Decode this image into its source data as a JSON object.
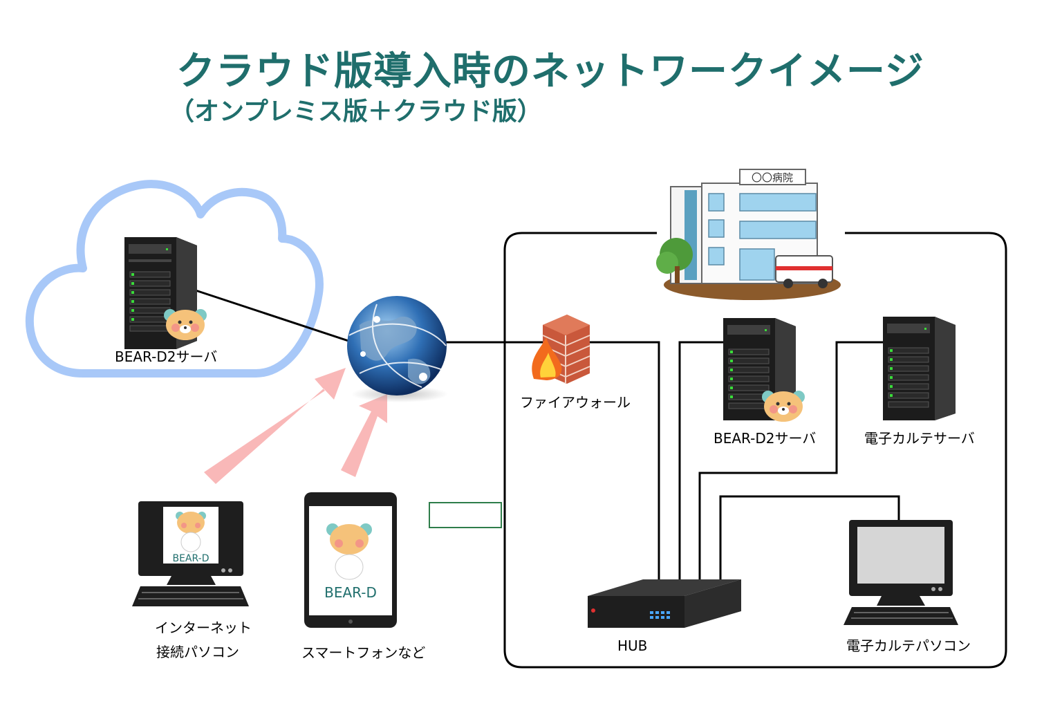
{
  "title": "クラウド版導入時のネットワークイメージ",
  "subtitle": "（オンプレミス版＋クラウド版）",
  "hospital_sign": "〇〇病院",
  "labels": {
    "cloud_server": "BEAR-D2サーバ",
    "firewall": "ファイアウォール",
    "onprem_server": "BEAR-D2サーバ",
    "emr_server": "電子カルテサーバ",
    "hub": "HUB",
    "emr_pc": "電子カルテパソコン",
    "internet_pc_line1": "インターネット",
    "internet_pc_line2": "接続パソコン",
    "smartphone": "スマートフォンなど",
    "pc_screen_brand": "BEAR-D",
    "tablet_screen_brand": "BEAR-D"
  },
  "colors": {
    "title": "#1f6e6c",
    "cloud_outline": "#a8c8f8",
    "arrow": "#f9b8b8",
    "line": "#000000",
    "brand_text": "#1f6e6c"
  }
}
